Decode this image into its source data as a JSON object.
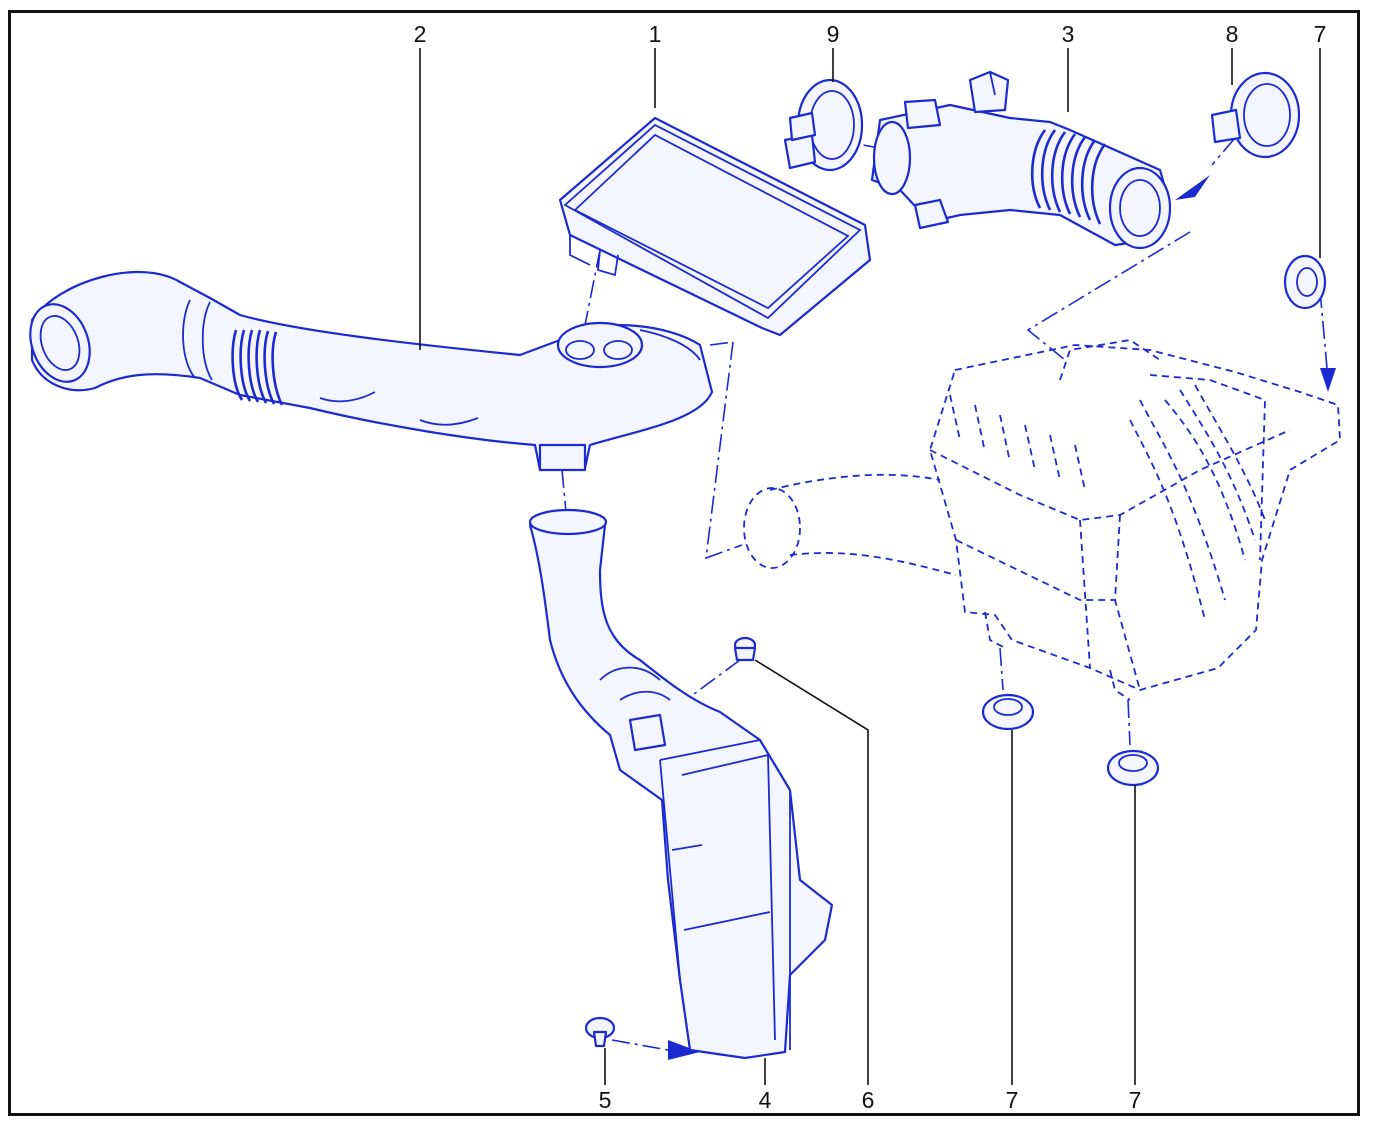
{
  "diagram": {
    "callouts": [
      {
        "id": "1",
        "label": "1"
      },
      {
        "id": "2",
        "label": "2"
      },
      {
        "id": "3",
        "label": "3"
      },
      {
        "id": "4",
        "label": "4"
      },
      {
        "id": "5",
        "label": "5"
      },
      {
        "id": "6",
        "label": "6"
      },
      {
        "id": "7a",
        "label": "7"
      },
      {
        "id": "7b",
        "label": "7"
      },
      {
        "id": "7c",
        "label": "7"
      },
      {
        "id": "8",
        "label": "8"
      },
      {
        "id": "9",
        "label": "9"
      }
    ],
    "colors": {
      "line_art": "#1b2bd0",
      "fill": "#f4f6ff",
      "leader": "#111111"
    }
  }
}
